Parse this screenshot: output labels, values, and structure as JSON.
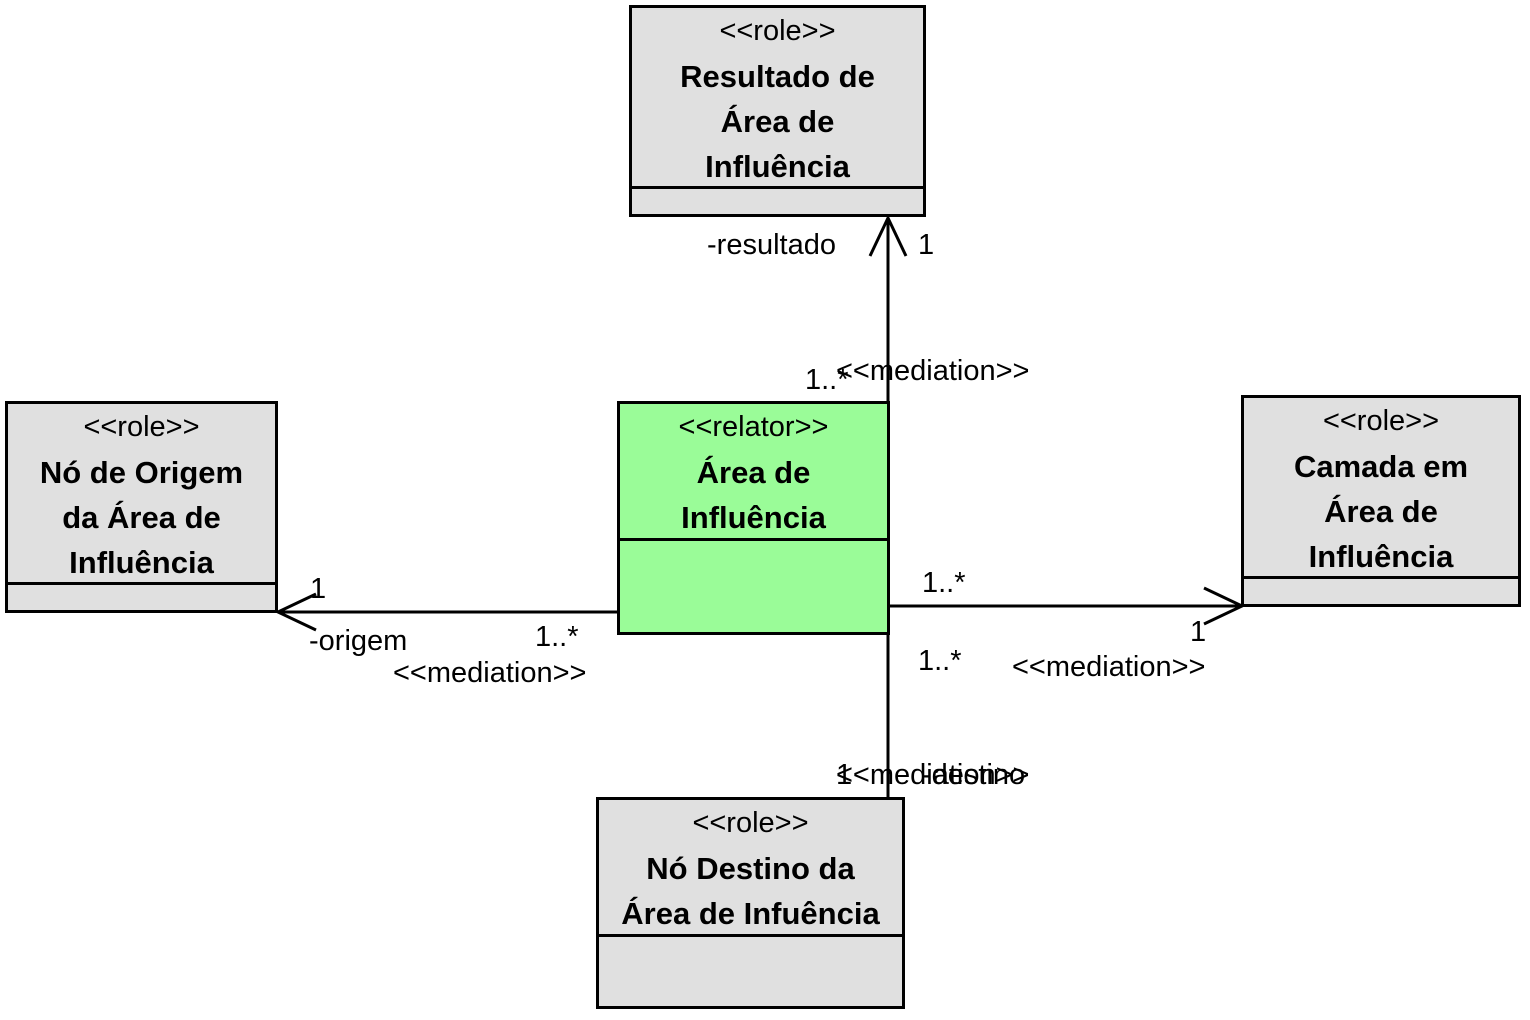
{
  "classes": {
    "resultado": {
      "stereotype": "<<role>>",
      "name_lines": [
        "Resultado de",
        "Área de",
        "Influência"
      ]
    },
    "origem": {
      "stereotype": "<<role>>",
      "name_lines": [
        "Nó de Origem",
        "da Área de",
        "Influência"
      ]
    },
    "relator": {
      "stereotype": "<<relator>>",
      "name_lines": [
        "Área de",
        "Influência"
      ]
    },
    "camada": {
      "stereotype": "<<role>>",
      "name_lines": [
        "Camada em",
        "Área de",
        "Influência"
      ]
    },
    "destino": {
      "stereotype": "<<role>>",
      "name_lines": [
        "Nó Destino da",
        "Área de Infuência"
      ]
    }
  },
  "associations": {
    "to_resultado": {
      "stereotype": "<<mediation>>",
      "role": "-resultado",
      "target_mult": "1",
      "source_mult": "1..*"
    },
    "to_origem": {
      "stereotype": "<<mediation>>",
      "role": "-origem",
      "target_mult": "1",
      "source_mult": "1..*"
    },
    "to_camada": {
      "stereotype": "<<mediation>>",
      "target_mult": "1",
      "source_mult": "1..*"
    },
    "to_destino": {
      "stereotype": "<<mediation>>",
      "role": "-destino",
      "target_mult": "1",
      "source_mult": "1..*"
    }
  },
  "colors": {
    "role_fill": "#e0e0e0",
    "relator_fill": "#9afc98",
    "line": "#000000"
  }
}
